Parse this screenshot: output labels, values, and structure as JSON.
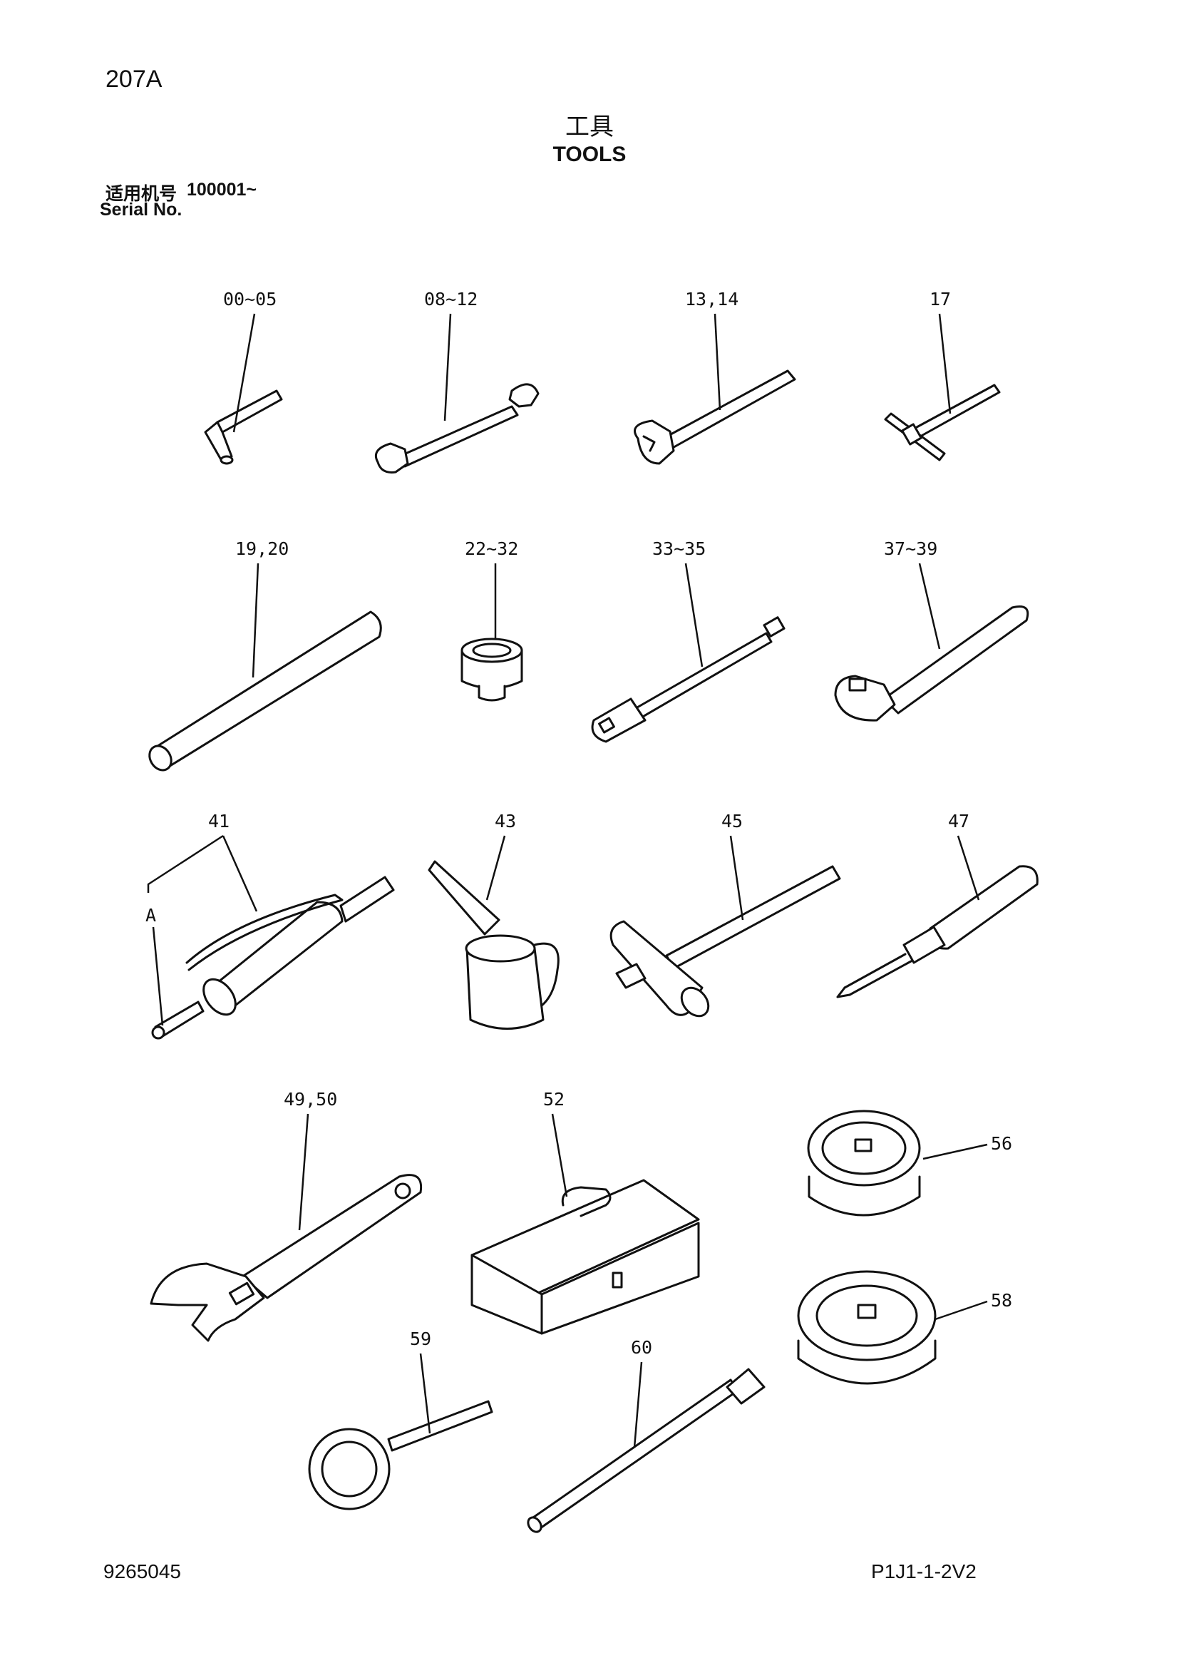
{
  "header": {
    "page_number": "207A",
    "title_cn": "工具",
    "title_en": "TOOLS",
    "serial_label_cn": "适用机号",
    "serial_range": "100001~",
    "serial_label_en": "Serial No."
  },
  "callouts": {
    "c_00_05": "00~05",
    "c_08_12": "08~12",
    "c_13_14": "13,14",
    "c_17": "17",
    "c_19_20": "19,20",
    "c_22_32": "22~32",
    "c_33_35": "33~35",
    "c_37_39": "37~39",
    "c_41": "41",
    "c_41_A": "A",
    "c_43": "43",
    "c_45": "45",
    "c_47": "47",
    "c_49_50": "49,50",
    "c_52": "52",
    "c_56": "56",
    "c_58": "58",
    "c_59": "59",
    "c_60": "60"
  },
  "footer": {
    "doc_number": "9265045",
    "page_code": "P1J1-1-2V2"
  }
}
